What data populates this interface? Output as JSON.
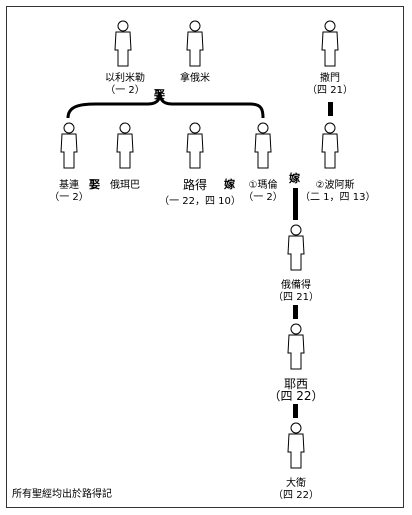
{
  "people": {
    "elimelech": {
      "name": "以利米勒",
      "ref": "（一 2）"
    },
    "naomi": {
      "name": "拿俄米",
      "ref": ""
    },
    "salmon": {
      "name": "撒門",
      "ref": "（四 21）"
    },
    "chilion": {
      "name": "基連",
      "ref": "（一 2）"
    },
    "orpah": {
      "name": "俄珥巴",
      "ref": ""
    },
    "ruth": {
      "name": "路得",
      "ref": "（一 22，四 10）"
    },
    "mahlon": {
      "name": "①瑪倫",
      "ref": "（一 2）"
    },
    "boaz": {
      "name": "②波阿斯",
      "ref": "（二 1，四 13）"
    },
    "obed": {
      "name": "俄備得",
      "ref": "（四 21）"
    },
    "jesse": {
      "name": "耶西",
      "ref": "（四 22）"
    },
    "david": {
      "name": "大衛",
      "ref": "（四 22）"
    }
  },
  "relations": {
    "marry_top": "娶",
    "marry_chilion": "娶",
    "ruth_marry_1": "嫁",
    "ruth_marry_2": "嫁"
  },
  "footnote": "所有聖經均出於路得記"
}
